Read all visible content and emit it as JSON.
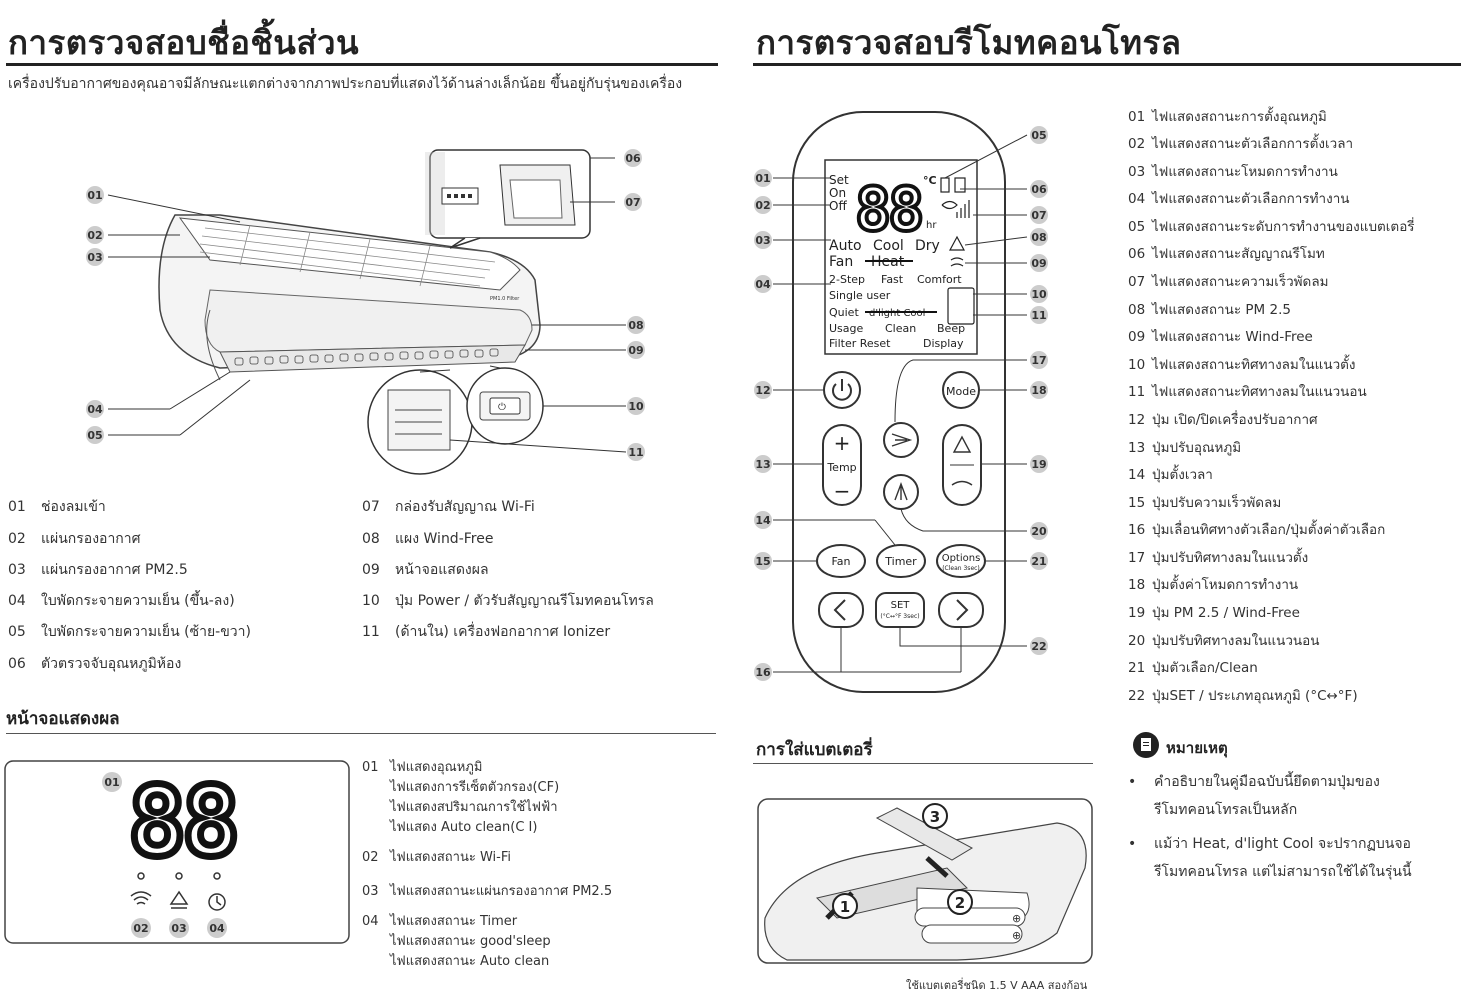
{
  "left": {
    "title": "การตรวจสอบชื่อชิ้นส่วน",
    "intro": "เครื่องปรับอากาศของคุณอาจมีลักษณะแตกต่างจากภาพประกอบที่แสดงไว้ด้านล่างเล็กน้อย ขึ้นอยู่กับรุ่นของเครื่อง",
    "unit_callouts": [
      "01",
      "02",
      "03",
      "04",
      "05",
      "06",
      "07",
      "08",
      "09",
      "10",
      "11"
    ],
    "unit_badge": "PM1.0 Filter",
    "parts": [
      {
        "num": "01",
        "label": "ช่องลมเข้า"
      },
      {
        "num": "02",
        "label": "แผ่นกรองอากาศ"
      },
      {
        "num": "03",
        "label": "แผ่นกรองอากาศ PM2.5"
      },
      {
        "num": "04",
        "label": "ใบพัดกระจายความเย็น (ขึ้น-ลง)"
      },
      {
        "num": "05",
        "label": "ใบพัดกระจายความเย็น (ซ้าย-ขวา)"
      },
      {
        "num": "06",
        "label": "ตัวตรวจจับอุณหภูมิห้อง"
      },
      {
        "num": "07",
        "label": "กล่องรับสัญญาณ Wi-Fi"
      },
      {
        "num": "08",
        "label": "แผง Wind-Free"
      },
      {
        "num": "09",
        "label": "หน้าจอแสดงผล"
      },
      {
        "num": "10",
        "label": "ปุ่ม Power / ตัวรับสัญญาณรีโมทคอนโทรล"
      },
      {
        "num": "11",
        "label": "(ด้านใน) เครื่องฟอกอากาศ Ionizer"
      }
    ],
    "display_heading": "หน้าจอแสดงผล",
    "display_panel": {
      "digits": "88",
      "callouts": [
        "01",
        "02",
        "03",
        "04"
      ]
    },
    "display_legend": [
      {
        "num": "01",
        "lines": [
          "ไฟแสดงอุณหภูมิ",
          "ไฟแสดงการรีเซ็ตตัวกรอง(CF)",
          "ไฟแสดงสปริมาณการใช้ไฟฟ้า",
          "ไฟแสดง Auto clean(C I)"
        ]
      },
      {
        "num": "02",
        "lines": [
          "ไฟแสดงสถานะ Wi-Fi"
        ]
      },
      {
        "num": "03",
        "lines": [
          "ไฟแสดงสถานะแผ่นกรองอากาศ PM2.5"
        ]
      },
      {
        "num": "04",
        "lines": [
          "ไฟแสดงสถานะ Timer",
          "ไฟแสดงสถานะ good'sleep",
          "ไฟแสดงสถานะ Auto clean"
        ]
      }
    ]
  },
  "right": {
    "title": "การตรวจสอบรีโมทคอนโทรล",
    "remote_lcd": {
      "set": "Set",
      "on": "On",
      "off": "Off",
      "digits": "88",
      "unit": "°C",
      "hr": "hr",
      "modes_row1": [
        "Auto",
        "Cool",
        "Dry"
      ],
      "modes_row2": [
        "Fan",
        "Heat"
      ],
      "row3": [
        "2-Step",
        "Fast",
        "Comfort"
      ],
      "row4": "Single user",
      "row5": [
        "Quiet",
        "d'light Cool"
      ],
      "row6": [
        "Usage",
        "Clean",
        "Beep"
      ],
      "row7": [
        "Filter Reset",
        "Display"
      ]
    },
    "remote_buttons": {
      "mode": "Mode",
      "temp": "Temp",
      "fan": "Fan",
      "timer": "Timer",
      "options": "Options",
      "options_sub": "(Clean 3sec)",
      "set": "SET",
      "set_sub": "(°C↔°F 3sec)"
    },
    "remote_callouts": [
      "01",
      "02",
      "03",
      "04",
      "05",
      "06",
      "07",
      "08",
      "09",
      "10",
      "11",
      "12",
      "13",
      "14",
      "15",
      "16",
      "17",
      "18",
      "19",
      "20",
      "21",
      "22"
    ],
    "legend": [
      {
        "num": "01",
        "label": "ไฟแสดงสถานะการตั้งอุณหภูมิ"
      },
      {
        "num": "02",
        "label": "ไฟแสดงสถานะตัวเลือกการตั้งเวลา"
      },
      {
        "num": "03",
        "label": "ไฟแสดงสถานะโหมดการทำงาน"
      },
      {
        "num": "04",
        "label": "ไฟแสดงสถานะตัวเลือกการทำงาน"
      },
      {
        "num": "05",
        "label": "ไฟแสดงสถานะระดับการทำงานของแบตเตอรี่"
      },
      {
        "num": "06",
        "label": "ไฟแสดงสถานะสัญญาณรีโมท"
      },
      {
        "num": "07",
        "label": "ไฟแสดงสถานะความเร็วพัดลม"
      },
      {
        "num": "08",
        "label": "ไฟแสดงสถานะ PM 2.5"
      },
      {
        "num": "09",
        "label": "ไฟแสดงสถานะ Wind-Free"
      },
      {
        "num": "10",
        "label": "ไฟแสดงสถานะทิศทางลมในแนวตั้ง"
      },
      {
        "num": "11",
        "label": "ไฟแสดงสถานะทิศทางลมในแนวนอน"
      },
      {
        "num": "12",
        "label": "ปุ่ม เปิด/ปิดเครื่องปรับอากาศ"
      },
      {
        "num": "13",
        "label": "ปุ่มปรับอุณหภูมิ"
      },
      {
        "num": "14",
        "label": "ปุ่มตั้งเวลา"
      },
      {
        "num": "15",
        "label": "ปุ่มปรับความเร็วพัดลม"
      },
      {
        "num": "16",
        "label": "ปุ่มเลื่อนทิศทางตัวเลือก/ปุ่มตั้งค่าตัวเลือก"
      },
      {
        "num": "17",
        "label": "ปุ่มปรับทิศทางลมในแนวตั้ง"
      },
      {
        "num": "18",
        "label": "ปุ่มตั้งค่าโหมดการทำงาน"
      },
      {
        "num": "19",
        "label": "ปุ่ม PM 2.5 / Wind-Free"
      },
      {
        "num": "20",
        "label": "ปุ่มปรับทิศทางลมในแนวนอน"
      },
      {
        "num": "21",
        "label": "ปุ่มตัวเลือก/Clean"
      },
      {
        "num": "22",
        "label": "ปุ่มSET / ประเภทอุณหภูมิ (°C↔°F)"
      }
    ],
    "battery_heading": "การใส่แบตเตอรี่",
    "battery_steps": [
      "1",
      "2",
      "3"
    ],
    "battery_caption": "ใช้แบตเตอรี่ชนิด 1.5 V AAA สองก้อน",
    "note_heading": "หมายเหตุ",
    "notes": [
      [
        "คำอธิบายในคู่มือฉบับนี้ยึดตามปุ่มของ",
        "รีโมทคอนโทรลเป็นหลัก"
      ],
      [
        "แม้ว่า Heat, d'light Cool จะปรากฏบนจอ",
        "รีโมทคอนโทรล แต่ไม่สามารถใช้ได้ในรุ่นนี้"
      ]
    ]
  }
}
